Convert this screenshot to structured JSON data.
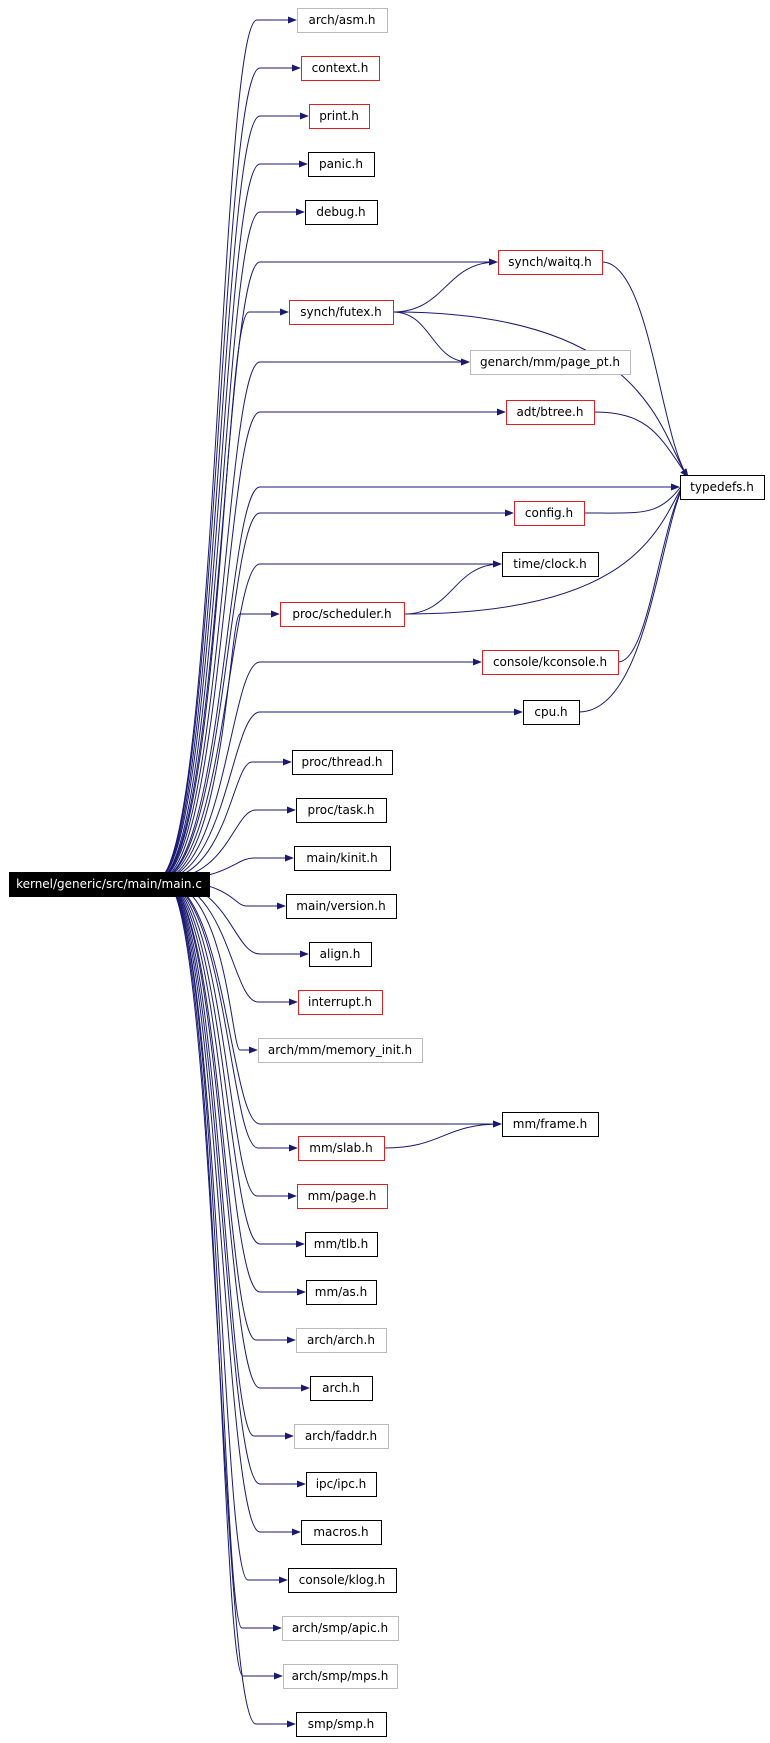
{
  "graph": {
    "root": {
      "id": "main",
      "label": "kernel/generic/src/main/main.c"
    },
    "colors": {
      "edge": "#191970",
      "border_black": "#000000",
      "border_red": "#e02020",
      "border_gray": "#bbbbbb",
      "root_fill": "#000000",
      "root_text": "#ffffff"
    },
    "nodes": [
      {
        "id": "arch_asm",
        "label": "arch/asm.h",
        "border": "gray"
      },
      {
        "id": "context",
        "label": "context.h",
        "border": "red"
      },
      {
        "id": "print",
        "label": "print.h",
        "border": "red"
      },
      {
        "id": "panic",
        "label": "panic.h",
        "border": "black"
      },
      {
        "id": "debug",
        "label": "debug.h",
        "border": "black"
      },
      {
        "id": "waitq",
        "label": "synch/waitq.h",
        "border": "red"
      },
      {
        "id": "futex",
        "label": "synch/futex.h",
        "border": "red"
      },
      {
        "id": "page_pt",
        "label": "genarch/mm/page_pt.h",
        "border": "gray"
      },
      {
        "id": "btree",
        "label": "adt/btree.h",
        "border": "red"
      },
      {
        "id": "typedefs",
        "label": "typedefs.h",
        "border": "black"
      },
      {
        "id": "config",
        "label": "config.h",
        "border": "red"
      },
      {
        "id": "clock",
        "label": "time/clock.h",
        "border": "black"
      },
      {
        "id": "scheduler",
        "label": "proc/scheduler.h",
        "border": "red"
      },
      {
        "id": "kconsole",
        "label": "console/kconsole.h",
        "border": "red"
      },
      {
        "id": "cpu",
        "label": "cpu.h",
        "border": "black"
      },
      {
        "id": "thread",
        "label": "proc/thread.h",
        "border": "black"
      },
      {
        "id": "task",
        "label": "proc/task.h",
        "border": "black"
      },
      {
        "id": "kinit",
        "label": "main/kinit.h",
        "border": "black"
      },
      {
        "id": "version",
        "label": "main/version.h",
        "border": "black"
      },
      {
        "id": "align",
        "label": "align.h",
        "border": "black"
      },
      {
        "id": "interrupt",
        "label": "interrupt.h",
        "border": "red"
      },
      {
        "id": "memory_init",
        "label": "arch/mm/memory_init.h",
        "border": "gray"
      },
      {
        "id": "frame",
        "label": "mm/frame.h",
        "border": "black"
      },
      {
        "id": "slab",
        "label": "mm/slab.h",
        "border": "red"
      },
      {
        "id": "page",
        "label": "mm/page.h",
        "border": "red"
      },
      {
        "id": "tlb",
        "label": "mm/tlb.h",
        "border": "black"
      },
      {
        "id": "as",
        "label": "mm/as.h",
        "border": "black"
      },
      {
        "id": "arch_arch",
        "label": "arch/arch.h",
        "border": "gray"
      },
      {
        "id": "arch",
        "label": "arch.h",
        "border": "black"
      },
      {
        "id": "faddr",
        "label": "arch/faddr.h",
        "border": "gray"
      },
      {
        "id": "ipc",
        "label": "ipc/ipc.h",
        "border": "black"
      },
      {
        "id": "macros",
        "label": "macros.h",
        "border": "black"
      },
      {
        "id": "klog",
        "label": "console/klog.h",
        "border": "black"
      },
      {
        "id": "apic",
        "label": "arch/smp/apic.h",
        "border": "gray"
      },
      {
        "id": "mps",
        "label": "arch/smp/mps.h",
        "border": "gray"
      },
      {
        "id": "smp",
        "label": "smp/smp.h",
        "border": "black"
      }
    ],
    "edges": [
      [
        "main",
        "arch_asm"
      ],
      [
        "main",
        "context"
      ],
      [
        "main",
        "print"
      ],
      [
        "main",
        "panic"
      ],
      [
        "main",
        "debug"
      ],
      [
        "main",
        "waitq"
      ],
      [
        "main",
        "futex"
      ],
      [
        "main",
        "page_pt"
      ],
      [
        "main",
        "btree"
      ],
      [
        "main",
        "typedefs"
      ],
      [
        "main",
        "config"
      ],
      [
        "main",
        "clock"
      ],
      [
        "main",
        "scheduler"
      ],
      [
        "main",
        "kconsole"
      ],
      [
        "main",
        "cpu"
      ],
      [
        "main",
        "thread"
      ],
      [
        "main",
        "task"
      ],
      [
        "main",
        "kinit"
      ],
      [
        "main",
        "version"
      ],
      [
        "main",
        "align"
      ],
      [
        "main",
        "interrupt"
      ],
      [
        "main",
        "memory_init"
      ],
      [
        "main",
        "frame"
      ],
      [
        "main",
        "slab"
      ],
      [
        "main",
        "page"
      ],
      [
        "main",
        "tlb"
      ],
      [
        "main",
        "as"
      ],
      [
        "main",
        "arch_arch"
      ],
      [
        "main",
        "arch"
      ],
      [
        "main",
        "faddr"
      ],
      [
        "main",
        "ipc"
      ],
      [
        "main",
        "macros"
      ],
      [
        "main",
        "klog"
      ],
      [
        "main",
        "apic"
      ],
      [
        "main",
        "mps"
      ],
      [
        "main",
        "smp"
      ],
      [
        "futex",
        "waitq"
      ],
      [
        "futex",
        "page_pt"
      ],
      [
        "futex",
        "typedefs"
      ],
      [
        "waitq",
        "typedefs"
      ],
      [
        "btree",
        "typedefs"
      ],
      [
        "config",
        "typedefs"
      ],
      [
        "scheduler",
        "clock"
      ],
      [
        "scheduler",
        "typedefs"
      ],
      [
        "kconsole",
        "typedefs"
      ],
      [
        "cpu",
        "typedefs"
      ],
      [
        "slab",
        "frame"
      ]
    ]
  }
}
